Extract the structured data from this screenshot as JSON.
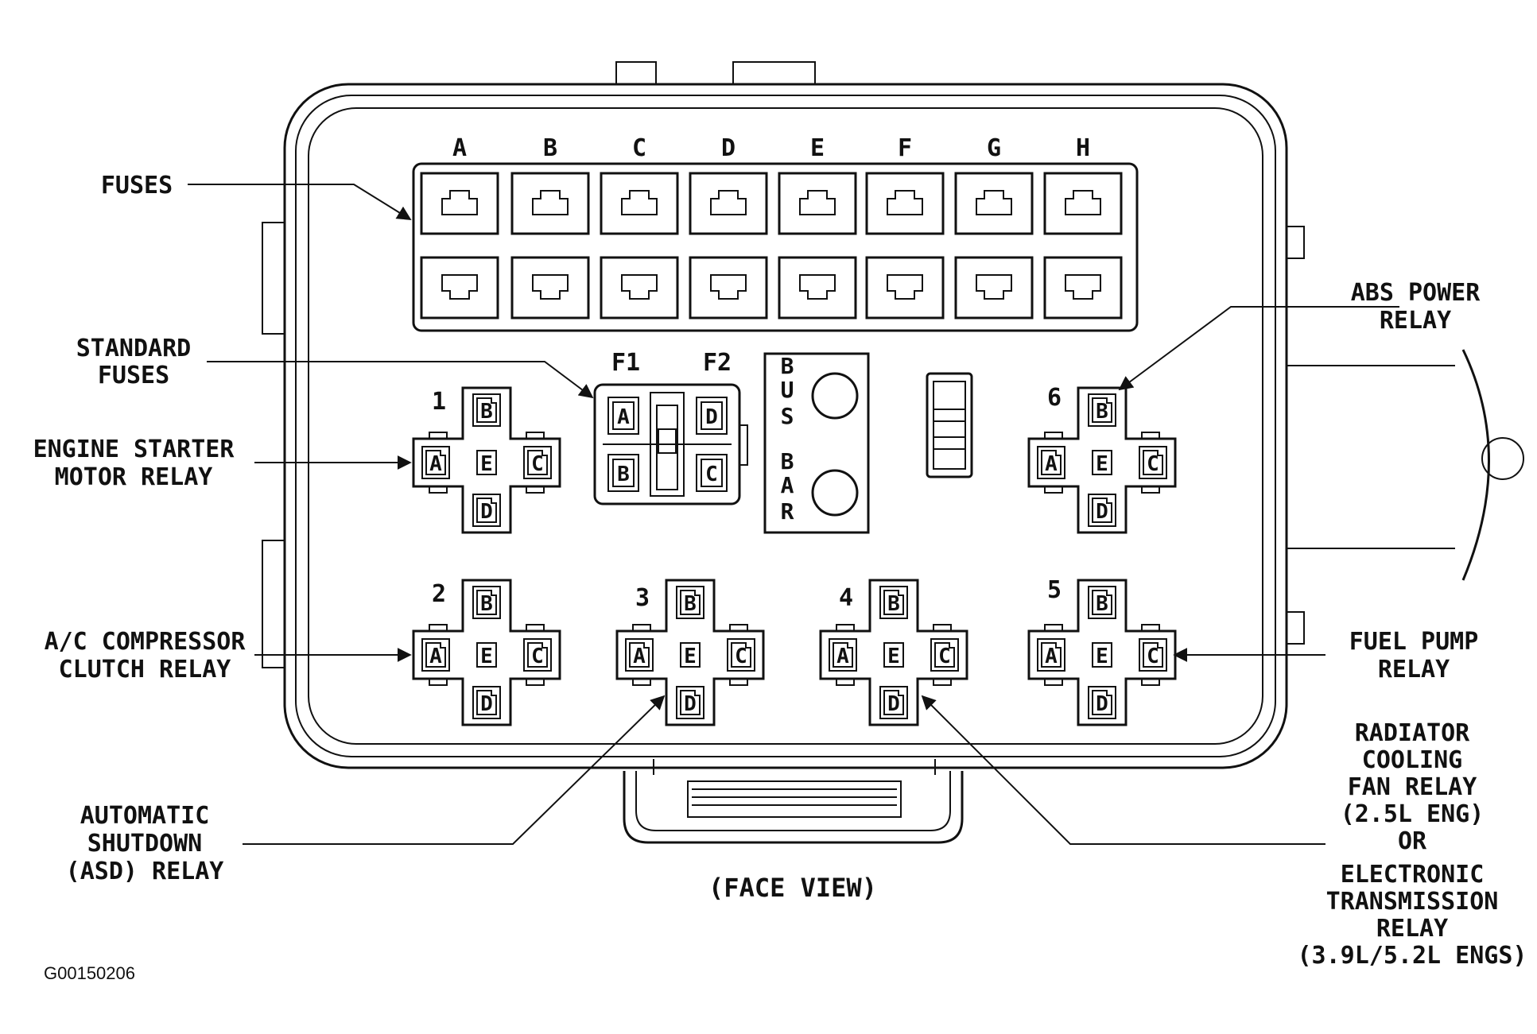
{
  "fuse_columns": [
    "A",
    "B",
    "C",
    "D",
    "E",
    "F",
    "G",
    "H"
  ],
  "standard_fuse_labels": [
    "F1",
    "F2"
  ],
  "bus_bar_letters": [
    "B",
    "U",
    "S",
    "B",
    "A",
    "R"
  ],
  "relay_pin_letters": {
    "top": "B",
    "left": "A",
    "center": "E",
    "right": "C",
    "bottom": "D"
  },
  "relay_numbers": [
    "1",
    "2",
    "3",
    "4",
    "5",
    "6"
  ],
  "callouts": {
    "fuses": [
      "FUSES"
    ],
    "standard_fuses": [
      "STANDARD",
      "FUSES"
    ],
    "engine_starter": [
      "ENGINE STARTER",
      "MOTOR RELAY"
    ],
    "ac_compressor": [
      "A/C COMPRESSOR",
      "CLUTCH RELAY"
    ],
    "asd_relay": [
      "AUTOMATIC",
      "SHUTDOWN",
      "(ASD) RELAY"
    ],
    "abs_power": [
      "ABS POWER",
      "RELAY"
    ],
    "fuel_pump": [
      "FUEL PUMP",
      "RELAY"
    ],
    "radiator": [
      "RADIATOR",
      "COOLING",
      "FAN RELAY",
      "(2.5L ENG)",
      "OR",
      "ELECTRONIC",
      "TRANSMISSION",
      "RELAY",
      "(3.9L/5.2L ENGS)"
    ]
  },
  "view_caption": "(FACE VIEW)",
  "figure_id": "G00150206"
}
